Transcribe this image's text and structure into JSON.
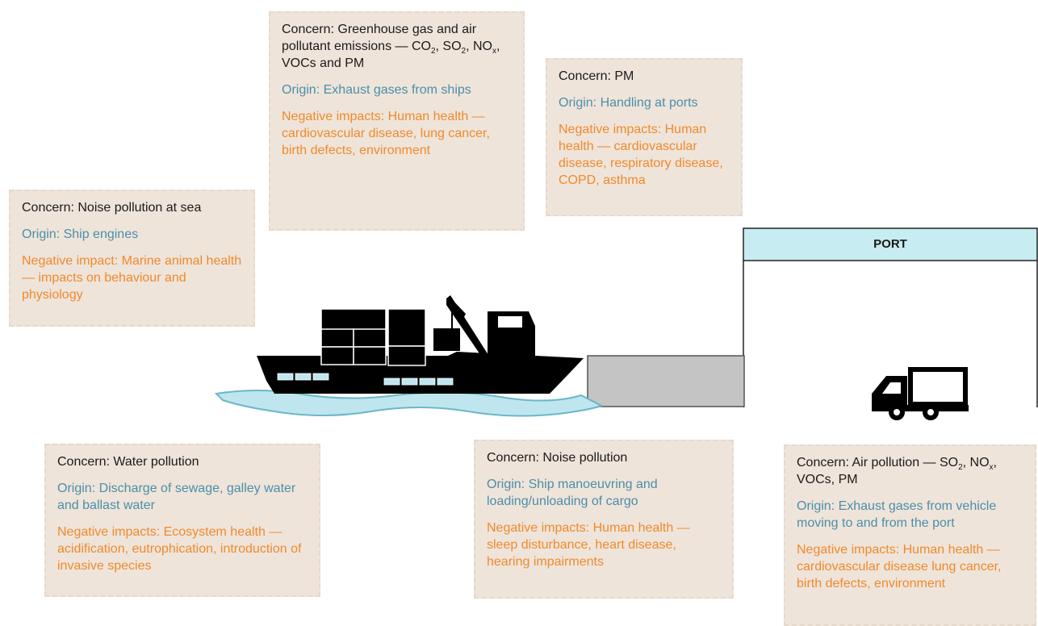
{
  "cards": {
    "noise_sea": {
      "concern": "Concern: Noise pollution at sea",
      "origin": "Origin: Ship engines",
      "impact": "Negative impact: Marine animal health — impacts on behaviour and physiology"
    },
    "ghg": {
      "concern_a": "Concern: Greenhouse gas and air pollutant emissions — CO",
      "sub1": "2",
      "concern_b": ", SO",
      "sub2": "2",
      "concern_c": ", NO",
      "sub3": "x",
      "concern_d": ", VOCs and PM",
      "origin": "Origin: Exhaust gases from ships",
      "impact": "Negative impacts: Human health — cardiovascular disease, lung cancer, birth defects, environment"
    },
    "pm": {
      "concern": "Concern: PM",
      "origin": "Origin: Handling at ports",
      "impact": "Negative impacts: Human health — cardiovascular disease, respiratory disease, COPD, asthma"
    },
    "water": {
      "concern": "Concern: Water pollution",
      "origin": "Origin: Discharge of sewage, galley water and ballast water",
      "impact": "Negative impacts: Ecosystem health — acidification, eutrophication, introduction of invasive species"
    },
    "noise": {
      "concern": "Concern: Noise pollution",
      "origin": "Origin: Ship manoeuvring and loading/unloading of cargo",
      "impact": "Negative impacts: Human health — sleep disturbance, heart disease, hearing impairments"
    },
    "air": {
      "concern_a": "Concern: Air pollution — SO",
      "sub1": "2",
      "concern_b": ", NO",
      "sub2": "x",
      "concern_c": ", VOCs, PM",
      "origin": "Origin: Exhaust gases from vehicle moving to and from the port",
      "impact": "Negative impacts: Human health — cardiovascular disease lung cancer, birth defects, environment"
    }
  },
  "port": {
    "label": "PORT"
  },
  "colors": {
    "card_bg": "#efe4da",
    "concern": "#1a1a1a",
    "origin": "#4a8fa8",
    "impact": "#ef8a2c",
    "port_header": "#c7ecf1",
    "water": "#bfe6ee",
    "quay": "#c4c4c4"
  },
  "icons": [
    "ship-icon",
    "truck-icon",
    "crane-icon"
  ]
}
